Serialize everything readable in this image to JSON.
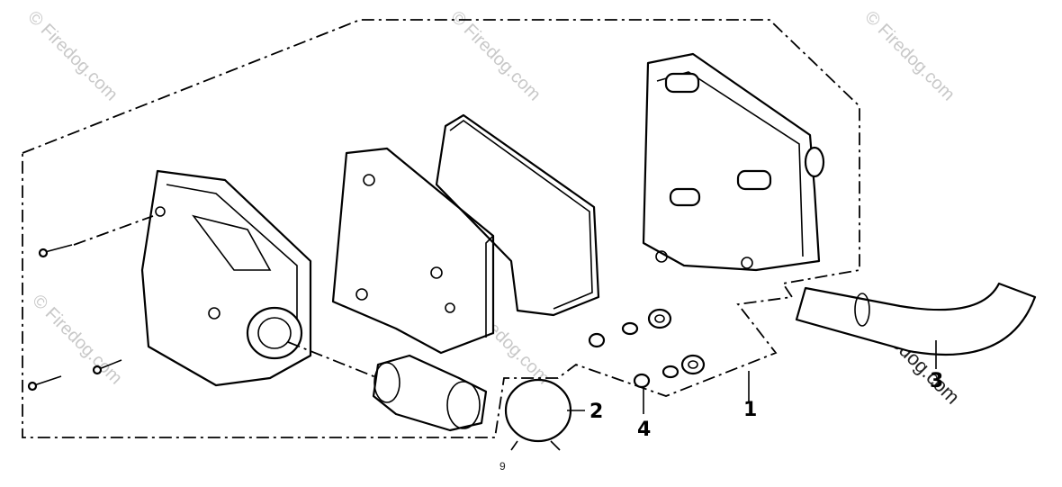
{
  "diagram": {
    "callouts": [
      {
        "id": "1",
        "label": "1"
      },
      {
        "id": "2",
        "label": "2"
      },
      {
        "id": "3",
        "label": "3"
      },
      {
        "id": "4",
        "label": "4"
      }
    ],
    "watermark": {
      "text": "© Firedog.com",
      "tail_a": "Firedog",
      "tail_b": ".com"
    },
    "page_marker": "9",
    "colors": {
      "line": "#000000",
      "watermark": "#c8c8c8",
      "background": "#ffffff"
    }
  }
}
